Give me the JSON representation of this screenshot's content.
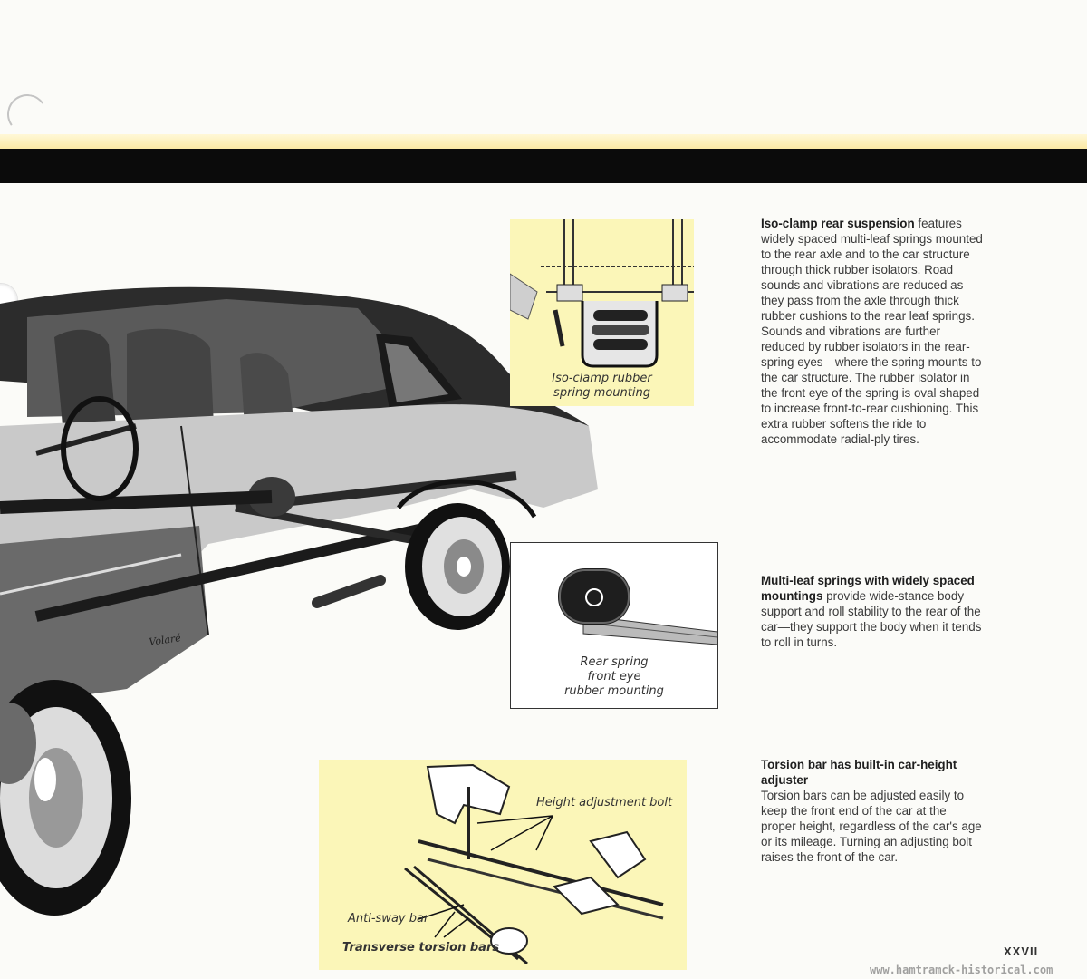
{
  "insets": {
    "iso_clamp": {
      "caption": [
        "Iso-clamp rubber",
        "spring mounting"
      ]
    },
    "rear_eye": {
      "caption": [
        "Rear spring",
        "front eye",
        "rubber mounting"
      ]
    },
    "torsion": {
      "height_label": "Height adjustment bolt",
      "antisway_label": "Anti-sway bar",
      "transverse_label": "Transverse torsion bars"
    }
  },
  "features": [
    {
      "title": "Iso-clamp rear suspension",
      "body": "features widely spaced multi-leaf springs mounted to the rear axle and to the car structure through thick rubber isolators. Road sounds and vibrations are reduced as they pass from the axle through thick rubber cushions to the rear leaf springs. Sounds and vibrations are further reduced by rubber isolators in the rear-spring eyes—where the spring mounts to the car structure. The rubber isolator in the front eye of the spring is oval shaped to increase front-to-rear cushioning. This extra rubber softens the ride to accommodate radial-ply tires."
    },
    {
      "title": "Multi-leaf springs with widely spaced mountings",
      "body": "provide wide-stance body support and roll stability to the rear of the car—they support the body when it tends to roll in turns."
    },
    {
      "title": "Torsion bar has built-in car-height adjuster",
      "body": "Torsion bars can be adjusted easily to keep the front end of the car at the proper height, regardless of the car's age or its mileage. Turning an adjusting bolt raises the front of the car."
    }
  ],
  "page_number": "XXVII",
  "watermark": "www.hamtramck-historical.com"
}
